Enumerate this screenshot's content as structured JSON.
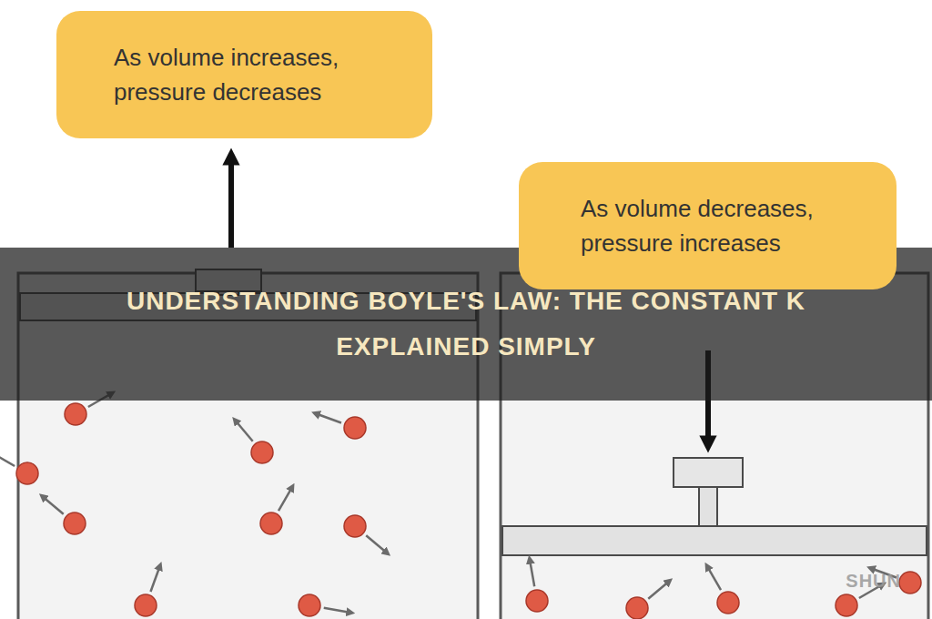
{
  "diagram": {
    "title": "UNDERSTANDING BOYLE'S LAW: THE CONSTANT K EXPLAINED SIMPLY",
    "nodes": [
      {
        "text": [
          "As volume increases, pressure decreases"
        ]
      },
      {
        "text": [
          "As volume decreases, pressure increases"
        ]
      }
    ],
    "labels": [
      "SHUN"
    ]
  }
}
